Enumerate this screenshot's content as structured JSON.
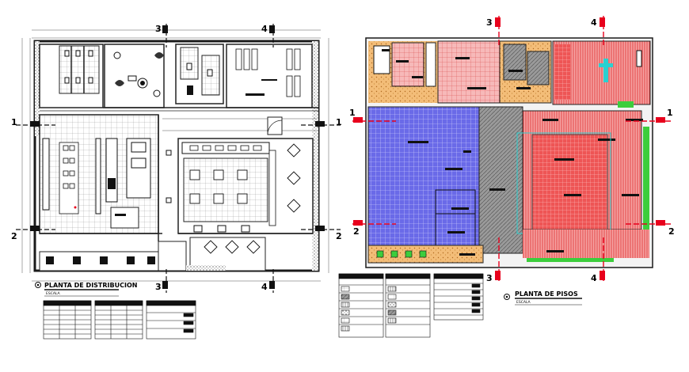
{
  "left_plan": {
    "title": "PLANTA DE DISTRIBUCION",
    "scale_label": "ESCALA",
    "section_marks": {
      "top_a": "3",
      "top_b": "4",
      "bottom_a": "3",
      "bottom_b": "4",
      "left_1": "1",
      "right_1": "1",
      "left_2": "2",
      "right_2": "2"
    }
  },
  "right_plan": {
    "title": "PLANTA DE PISOS",
    "scale_label": "ESCALA",
    "section_marks": {
      "top_a": "3",
      "top_b": "4",
      "bottom_a": "3",
      "bottom_b": "4",
      "left_1": "1",
      "right_1": "1",
      "left_2": "2",
      "right_2": "2"
    }
  },
  "colors": {
    "wall": "#2a2a2a",
    "blue_floor": "#5a5ae0",
    "pink_floor": "#f2a6a6",
    "red_floor": "#e33c3c",
    "orange_floor": "#f0b870",
    "gray_floor": "#8c8c8c",
    "green": "#3ccd3c",
    "cyan": "#2ad0d0",
    "section_red": "#e8001c"
  }
}
